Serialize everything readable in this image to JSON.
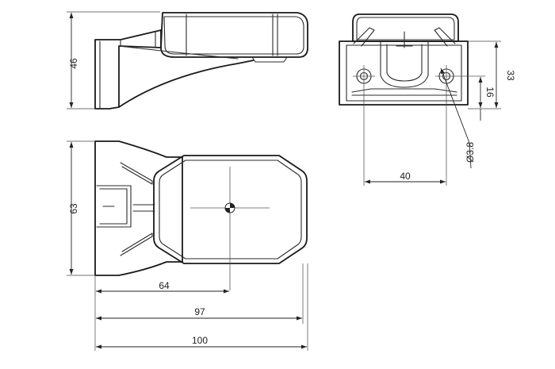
{
  "dimensions": {
    "side_height": "46",
    "front_height": "33",
    "hole_offset": "16",
    "hole_spacing": "40",
    "hole_diameter": "Ø3.8",
    "top_width": "63",
    "center_length": "64",
    "body_length": "97",
    "overall_length": "100"
  },
  "colors": {
    "line": "#2b2b2b",
    "background": "#ffffff"
  }
}
